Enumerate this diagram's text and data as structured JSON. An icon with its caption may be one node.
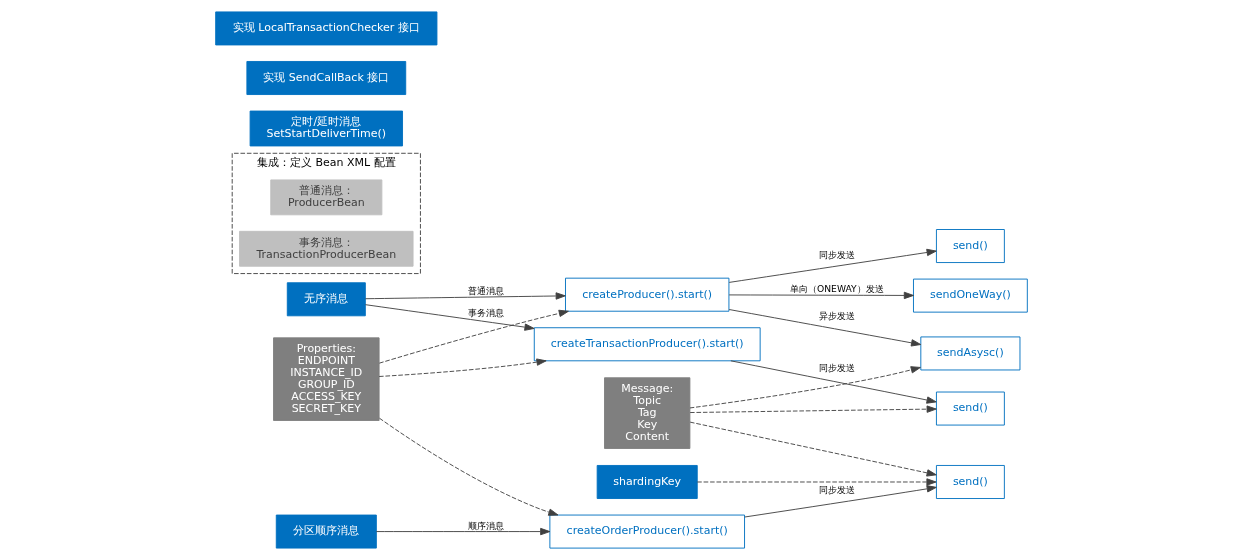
{
  "diagram": {
    "nodes": [
      {
        "text": [
          "Properties:",
          "ENDPOINT",
          "INSTANCE_ID",
          "GROUP_ID",
          "ACCESS_KEY",
          "SECRET_KEY"
        ]
      },
      {
        "text": [
          "Message:",
          "Topic",
          "Tag",
          "Key",
          "Content"
        ]
      },
      {
        "text": [
          "集成：定义 Bean XML 配置"
        ]
      },
      {
        "text": [
          "普通消息：",
          "ProducerBean"
        ],
        "in": 2
      },
      {
        "text": [
          "事务消息：",
          "TransactionProducerBean"
        ],
        "in": 2
      },
      {
        "text": [
          "定时/延时消息",
          "SetStartDeliverTime()"
        ]
      },
      {
        "text": [
          "无序消息"
        ]
      },
      {
        "text": [
          "createProducer().start()"
        ]
      },
      {
        "text": [
          "createTransactionProducer().start()"
        ]
      },
      {
        "text": [
          "分区顺序消息"
        ]
      },
      {
        "text": [
          "createOrderProducer().start()"
        ]
      },
      {
        "text": [
          "send()"
        ]
      },
      {
        "text": [
          "sendAsysc()"
        ]
      },
      {
        "text": [
          "实现 SendCallBack 接口"
        ]
      },
      {
        "text": [
          "sendOneWay()"
        ]
      },
      {
        "text": [
          "send()"
        ]
      },
      {
        "text": [
          "实现 LocalTransactionChecker 接口"
        ]
      },
      {
        "text": [
          "send()"
        ]
      },
      {
        "text": [
          "shardingKey"
        ]
      }
    ],
    "edges": [
      {
        "from": 6,
        "to": 7,
        "label": "普通消息",
        "arrow": "to"
      },
      {
        "from": 6,
        "to": 8,
        "label": "事务消息",
        "arrow": "to"
      },
      {
        "from": 9,
        "to": 10,
        "label": "顺序消息",
        "arrow": "to"
      },
      {
        "from": 0,
        "to": 7,
        "arrow": "to",
        "style": "dashed"
      },
      {
        "from": 0,
        "to": 8,
        "arrow": "to",
        "style": "dashed"
      },
      {
        "from": 0,
        "to": 10,
        "arrow": "to",
        "style": "dashed"
      },
      {
        "from": 7,
        "to": 11,
        "label": "同步发送",
        "arrow": "to"
      },
      {
        "from": 7,
        "to": 12,
        "label": "异步发送",
        "arrow": "to"
      },
      {
        "from": 7,
        "to": 14,
        "label": "单向（ONEWAY）发送",
        "arrow": "to"
      },
      {
        "from": 8,
        "to": 15,
        "label": "同步发送",
        "arrow": "to"
      },
      {
        "from": 10,
        "to": 17,
        "label": "同步发送",
        "arrow": "to"
      },
      {
        "from": 1,
        "to": 12,
        "arrow": "to",
        "style": "dashed"
      },
      {
        "from": 1,
        "to": 15,
        "arrow": "to",
        "style": "dashed"
      },
      {
        "from": 1,
        "to": 17,
        "arrow": "to",
        "style": "dashed"
      },
      {
        "from": 18,
        "to": 17,
        "arrow": "to",
        "style": "dashed"
      }
    ]
  }
}
